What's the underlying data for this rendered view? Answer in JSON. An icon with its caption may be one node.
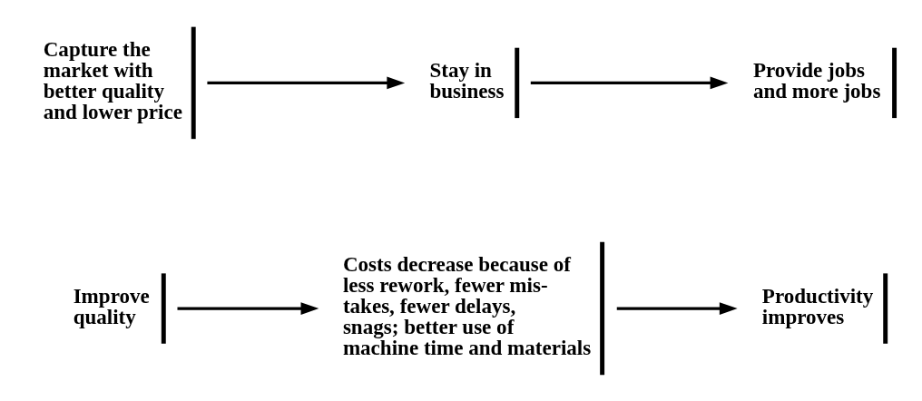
{
  "diagram": {
    "nodes": [
      {
        "text": [
          "Improve quality"
        ]
      },
      {
        "text": [
          "Costs decrease because of less rework, fewer mis- takes, fewer delays, snags; better use of machine time and materials"
        ]
      },
      {
        "text": [
          "Productivity improves"
        ]
      },
      {
        "text": [
          "Capture the market with better quality and lower price"
        ]
      },
      {
        "text": [
          "Stay in business"
        ]
      },
      {
        "text": [
          "Provide jobs and more jobs"
        ]
      }
    ],
    "edges": [
      {
        "from": 0,
        "to": 1,
        "arrow": "to"
      },
      {
        "from": 1,
        "to": 2,
        "arrow": "to"
      },
      {
        "from": 3,
        "to": 4,
        "arrow": "to"
      },
      {
        "from": 4,
        "to": 5,
        "arrow": "to"
      }
    ]
  }
}
